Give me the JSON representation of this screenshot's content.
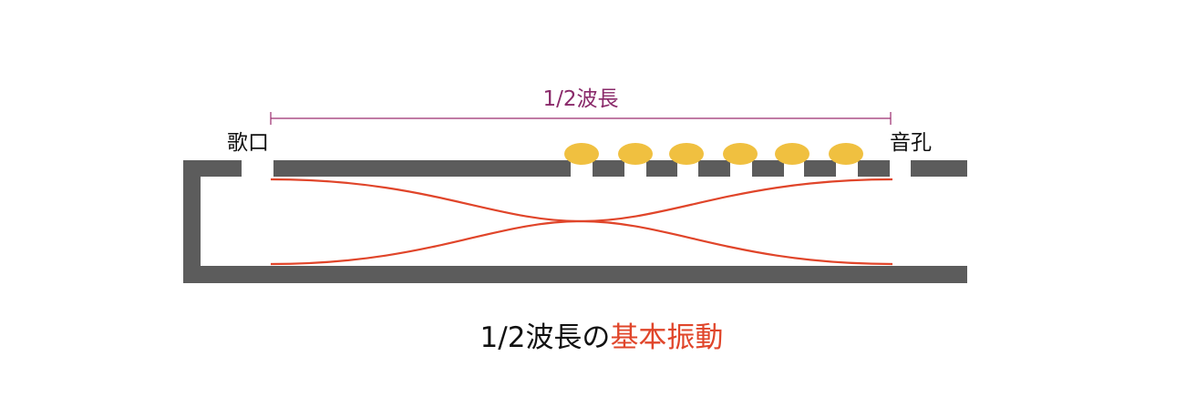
{
  "labels": {
    "span": "1/2波長",
    "left_end": "歌口",
    "right_end": "音孔"
  },
  "caption": {
    "prefix": "1/2波長の",
    "highlight": "基本振動"
  },
  "colors": {
    "tube": "#5c5c5c",
    "finger": "#f0c040",
    "wave": "#e0452a",
    "span_line": "#9b2c6e",
    "span_text": "#8a2a6a",
    "caption_text": "#111111",
    "caption_highlight": "#e0452a"
  },
  "finger_count": 6
}
